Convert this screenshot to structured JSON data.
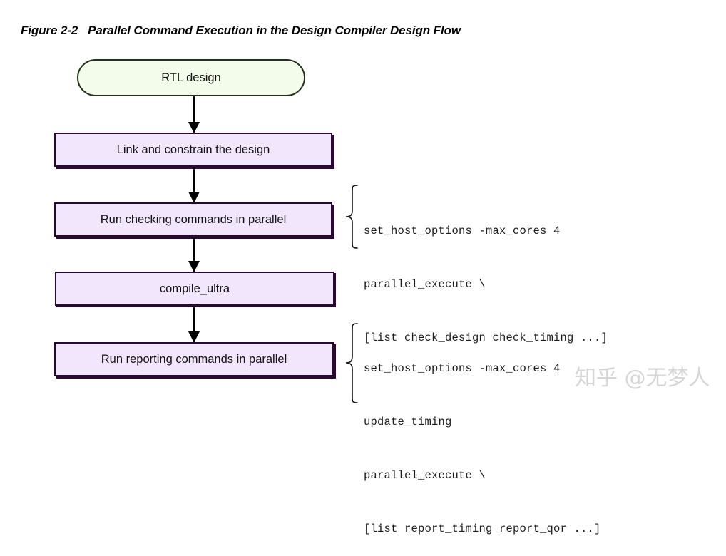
{
  "figure": {
    "title": "Figure 2-2   Parallel Command Execution in the Design Compiler Design Flow"
  },
  "colors": {
    "start_fill": "#f3fbea",
    "start_stroke": "#22301a",
    "process_fill": "#f2e6fd",
    "process_stroke": "#2a0930",
    "arrow": "#000000",
    "code_text": "#1c1c1c",
    "page_background": "#ffffff"
  },
  "flow": {
    "nodes": [
      {
        "id": "rtl-design",
        "label": "RTL design",
        "shape": "stadium"
      },
      {
        "id": "link-constrain",
        "label": "Link and constrain the design",
        "shape": "rect"
      },
      {
        "id": "run-checking",
        "label": "Run checking commands in parallel",
        "shape": "rect"
      },
      {
        "id": "compile-ultra",
        "label": "compile_ultra",
        "shape": "rect"
      },
      {
        "id": "run-reporting",
        "label": "Run reporting commands in parallel",
        "shape": "rect"
      }
    ]
  },
  "annotations": [
    {
      "id": "checking-commands",
      "attached_to": "run-checking",
      "lines": [
        "set_host_options -max_cores 4",
        "parallel_execute \\",
        "[list check_design check_timing ...]"
      ]
    },
    {
      "id": "reporting-commands",
      "attached_to": "run-reporting",
      "lines": [
        "set_host_options -max_cores 4",
        "update_timing",
        "parallel_execute \\",
        "[list report_timing report_qor ...]"
      ]
    }
  ],
  "watermark": {
    "text": "知乎 @无梦人"
  }
}
